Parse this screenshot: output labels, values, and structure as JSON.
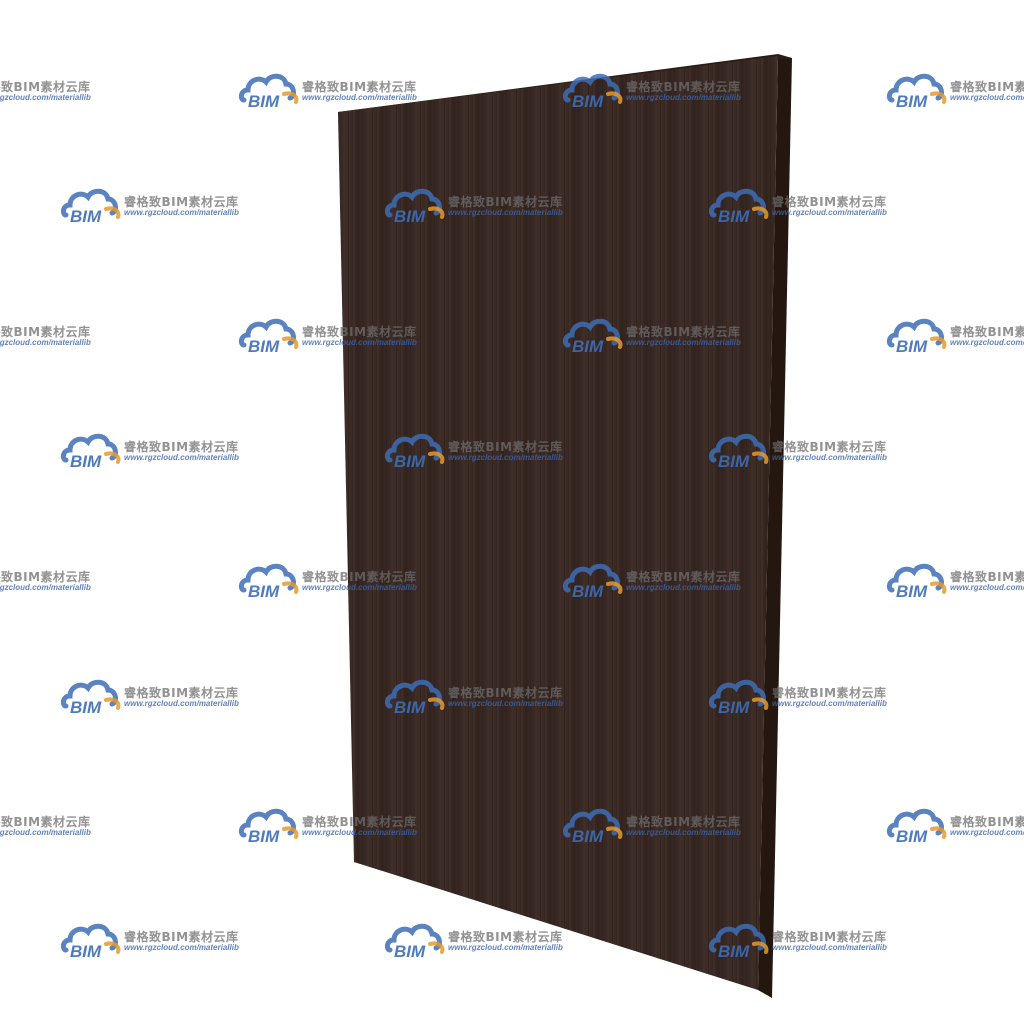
{
  "scene": {
    "subject": "wood-panel",
    "colors": {
      "background": "#ffffff",
      "wood_face": "#3a2a24",
      "wood_dark": "#2b1d19",
      "wood_light": "#4a372f",
      "wood_edge": "#23170f",
      "logo_blue": "#3d6db5",
      "logo_orange": "#e59a2e"
    }
  },
  "watermark": {
    "logo_text": "BIM",
    "brand_text": "睿格致BIM素材云库",
    "url_text": "www.rgzcloud.com/materiallib"
  }
}
